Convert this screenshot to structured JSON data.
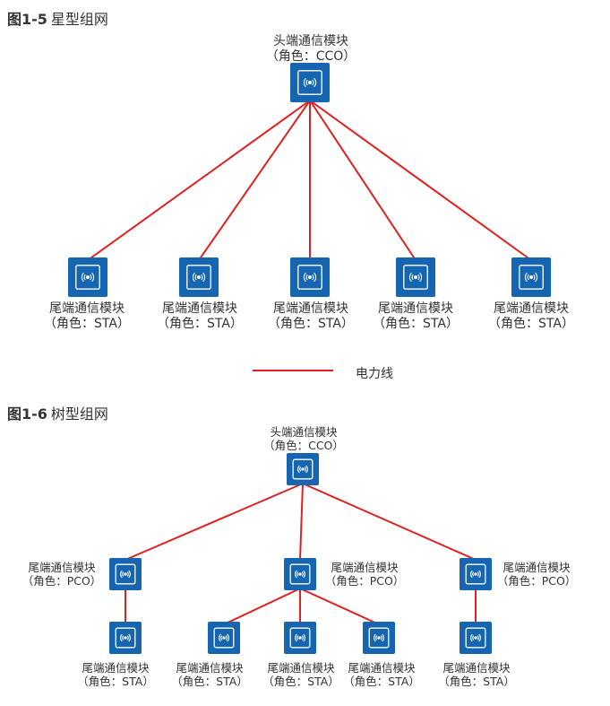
{
  "fig1": {
    "number": "图1-5",
    "title": "星型组网",
    "head": {
      "name": "头端通信模块",
      "role": "（角色：CCO）"
    },
    "tails": [
      {
        "name": "尾端通信模块",
        "role": "（角色：STA）"
      },
      {
        "name": "尾端通信模块",
        "role": "（角色：STA）"
      },
      {
        "name": "尾端通信模块",
        "role": "（角色：STA）"
      },
      {
        "name": "尾端通信模块",
        "role": "（角色：STA）"
      },
      {
        "name": "尾端通信模块",
        "role": "（角色：STA）"
      }
    ],
    "legend": "电力线"
  },
  "fig2": {
    "number": "图1-6",
    "title": "树型组网",
    "head": {
      "name": "头端通信模块",
      "role": "（角色：CCO）"
    },
    "pco": [
      {
        "name": "尾端通信模块",
        "role": "（角色：PCO）"
      },
      {
        "name": "尾端通信模块",
        "role": "（角色：PCO）"
      },
      {
        "name": "尾端通信模块",
        "role": "（角色：PCO）"
      }
    ],
    "sta": [
      {
        "name": "尾端通信模块",
        "role": "（角色：STA）"
      },
      {
        "name": "尾端通信模块",
        "role": "（角色：STA）"
      },
      {
        "name": "尾端通信模块",
        "role": "（角色：STA）"
      },
      {
        "name": "尾端通信模块",
        "role": "（角色：STA）"
      },
      {
        "name": "尾端通信模块",
        "role": "（角色：STA）"
      }
    ]
  },
  "colors": {
    "line": "#e02020",
    "module": "#1565b0",
    "module_dark": "#0d4f8f"
  },
  "icons": {
    "module": "powerline-module-icon"
  }
}
